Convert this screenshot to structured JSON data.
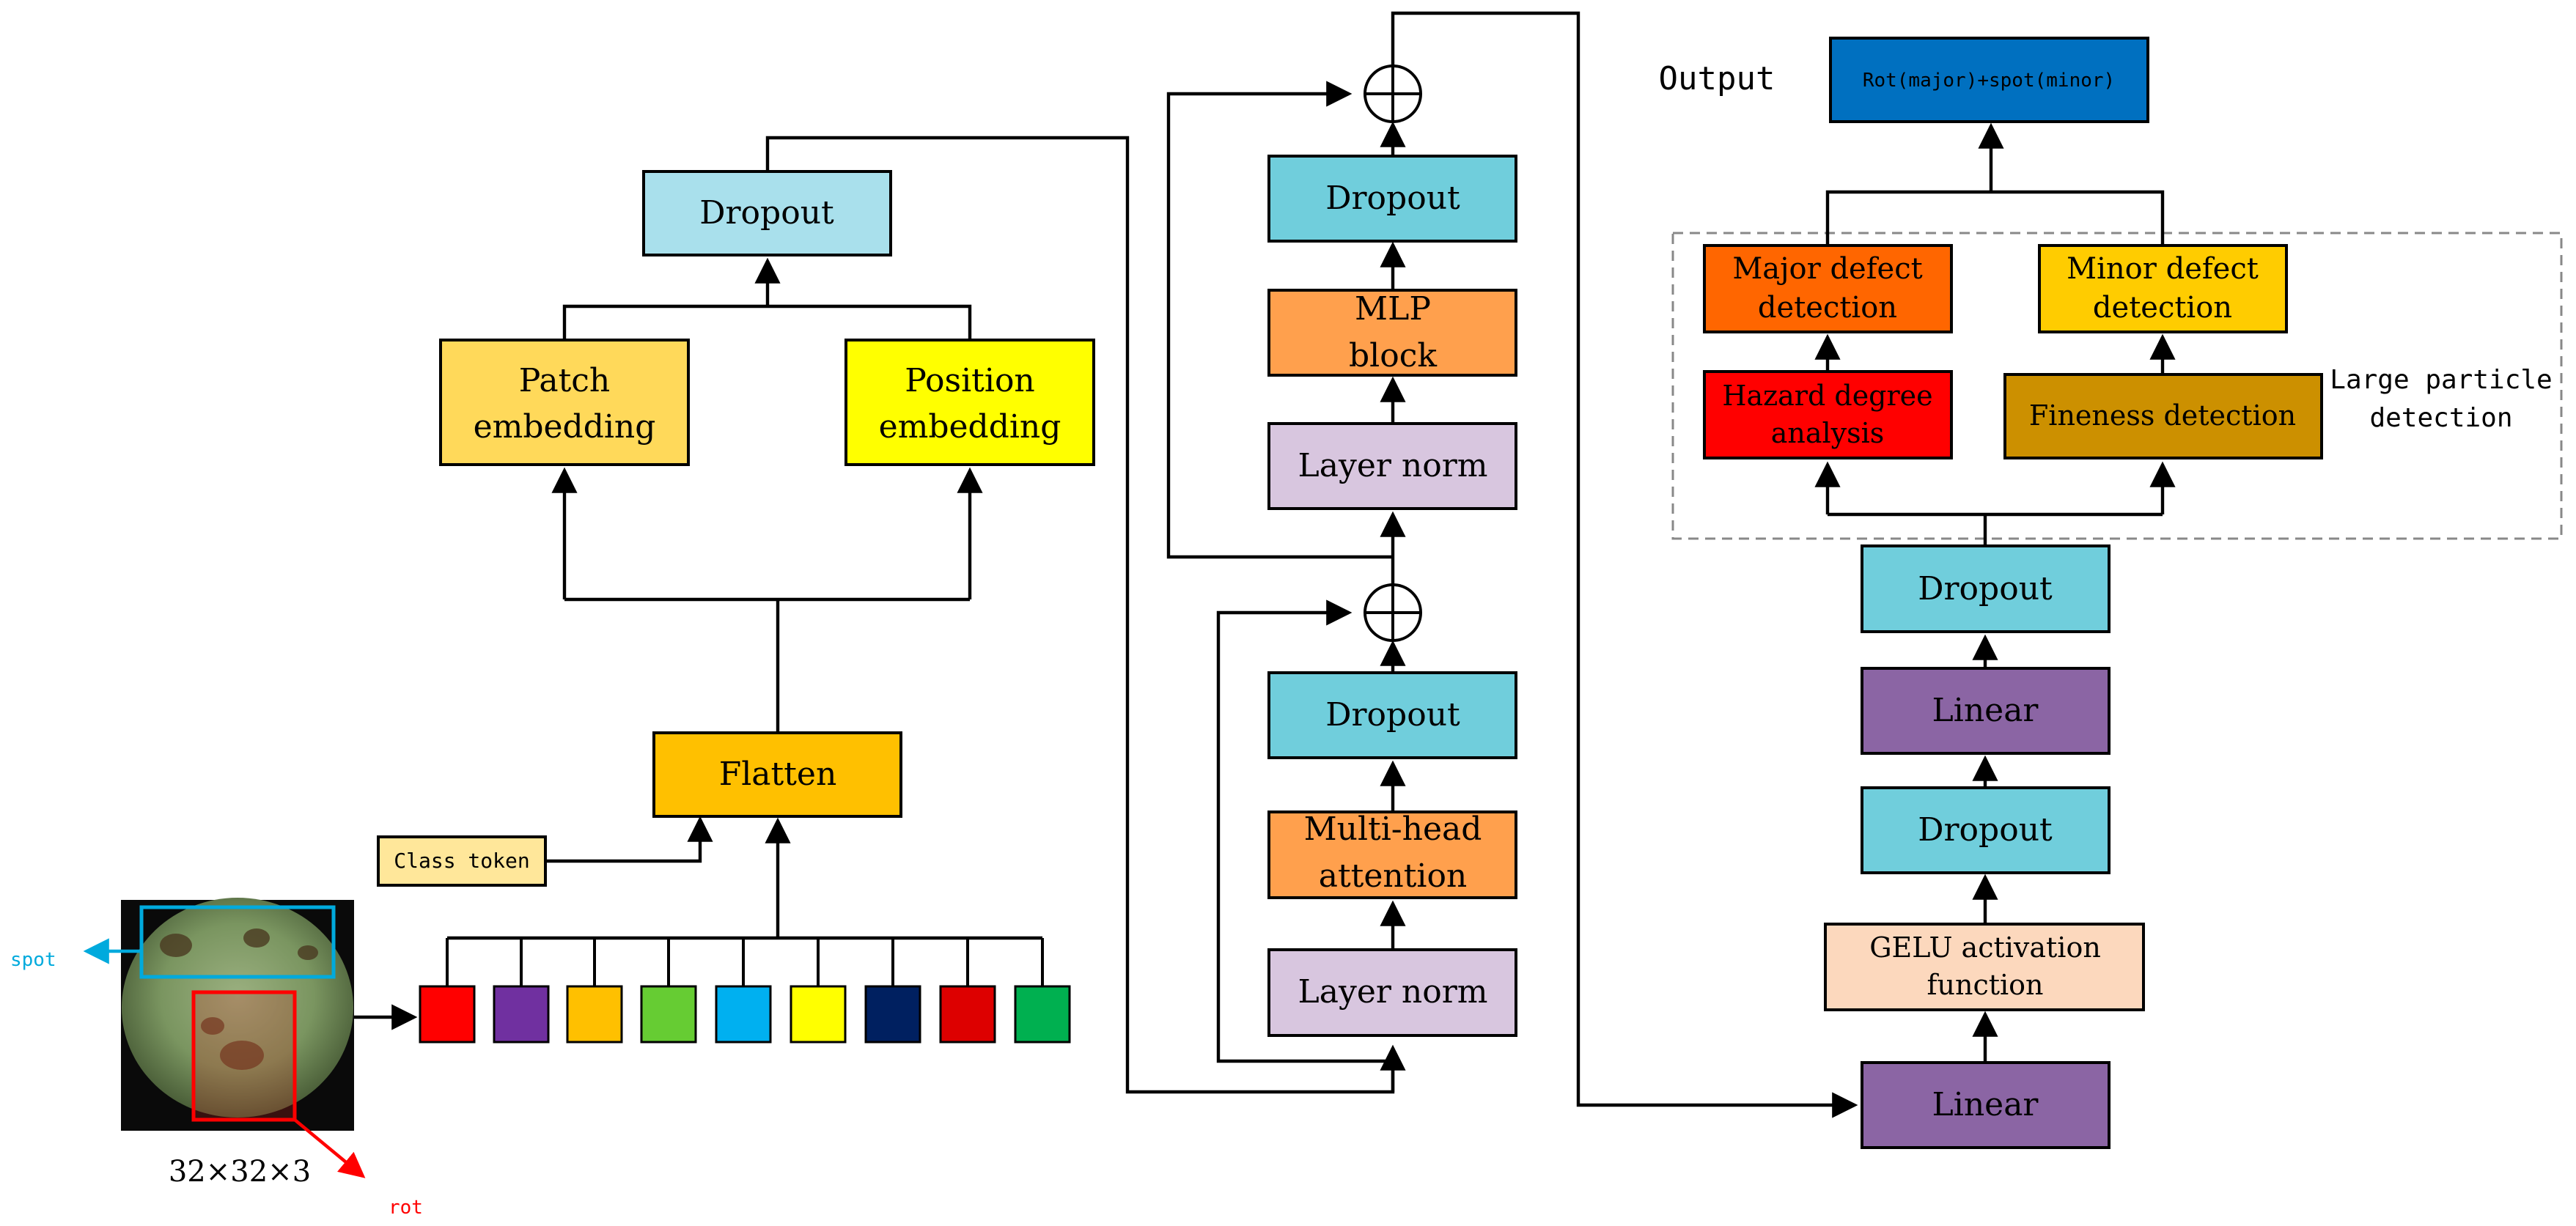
{
  "colors": {
    "dropout_light": "#a9e0ec",
    "dropout": "#70cedc",
    "patch": "#ffd95a",
    "position": "#ffff00",
    "flatten": "#ffc000",
    "class_token": "#ffe79a",
    "mlp": "#ffa04d",
    "layer_norm": "#d8c6df",
    "linear": "#8b65a4",
    "gelu": "#fcd8bd",
    "major": "#ff6600",
    "minor": "#ffcc00",
    "hazard": "#ff0000",
    "fineness": "#cc9000",
    "output": "#0070c0",
    "spot": "#00aadd",
    "rot": "#ff0000",
    "patch_tokens": [
      "#ff0000",
      "#7030a0",
      "#ffc000",
      "#66cc33",
      "#00b0f0",
      "#ffff00",
      "#002060",
      "#dd0000",
      "#00b050"
    ]
  },
  "input": {
    "image_icon": "leaf-with-disease-spots",
    "size_label": "32×32×3",
    "spot_label": "spot",
    "rot_label": "rot"
  },
  "embedding": {
    "class_token": "Class token",
    "flatten": "Flatten",
    "patch_embedding": [
      "Patch",
      "embedding"
    ],
    "position_embedding": [
      "Position",
      "embedding"
    ],
    "dropout": "Dropout"
  },
  "encoder": {
    "layer_norm_1": "Layer norm",
    "attention": [
      "Multi-head",
      "attention"
    ],
    "dropout_1": "Dropout",
    "layer_norm_2": "Layer norm",
    "mlp": [
      "MLP",
      "block"
    ],
    "dropout_2": "Dropout"
  },
  "head": {
    "linear_1": "Linear",
    "gelu": [
      "GELU activation",
      "function"
    ],
    "dropout_1": "Dropout",
    "linear_2": "Linear",
    "dropout_2": "Dropout",
    "group_label": [
      "Large particle",
      "detection"
    ],
    "hazard": [
      "Hazard degree",
      "analysis"
    ],
    "fineness": "Fineness detection",
    "major": [
      "Major defect",
      "detection"
    ],
    "minor": [
      "Minor defect",
      "detection"
    ],
    "output_label": "Output",
    "output": "Rot(major)+spot(minor)"
  }
}
